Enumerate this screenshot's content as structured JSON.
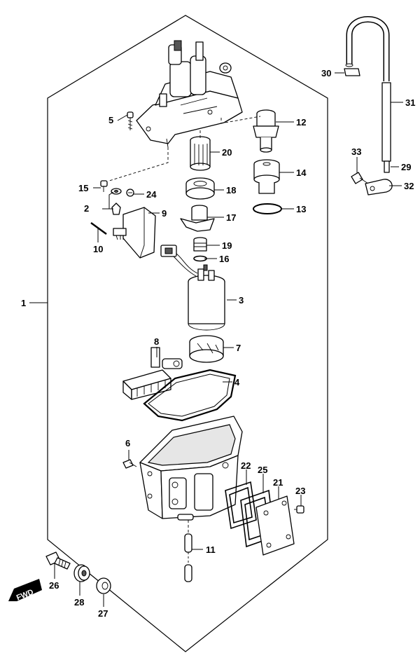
{
  "labels": {
    "p1": "1",
    "p2": "2",
    "p3": "3",
    "p4": "4",
    "p5": "5",
    "p6": "6",
    "p7": "7",
    "p8": "8",
    "p9": "9",
    "p10": "10",
    "p11": "11",
    "p12": "12",
    "p13": "13",
    "p14": "14",
    "p15": "15",
    "p16": "16",
    "p17": "17",
    "p18": "18",
    "p19": "19",
    "p20": "20",
    "p21": "21",
    "p22": "22",
    "p23": "23",
    "p24": "24",
    "p25": "25",
    "p26": "26",
    "p27": "27",
    "p28": "28",
    "p29": "29",
    "p30": "30",
    "p31": "31",
    "p32": "32",
    "p33": "33"
  },
  "fwd_badge": "FWD"
}
